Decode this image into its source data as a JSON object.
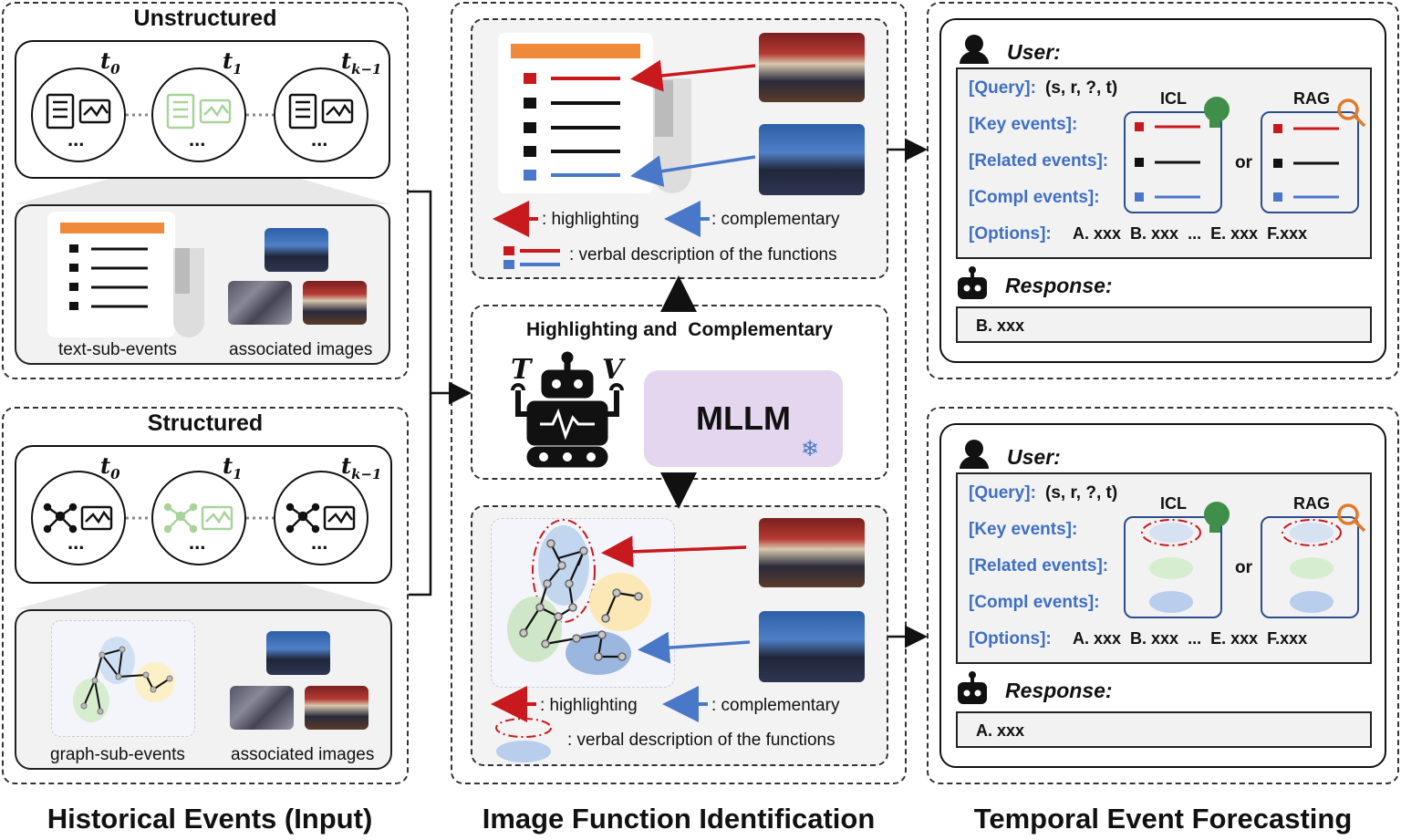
{
  "historical": {
    "title": "Historical Events (Input)",
    "unstructured": {
      "title": "Unstructured",
      "timestamps": [
        "t",
        "t",
        "t"
      ],
      "subscripts": [
        "0",
        "1",
        "k−1"
      ],
      "ellipsis": "...",
      "text_label": "text-sub-events",
      "image_label": "associated images"
    },
    "structured": {
      "title": "Structured",
      "timestamps": [
        "t",
        "t",
        "t"
      ],
      "subscripts": [
        "0",
        "1",
        "k−1"
      ],
      "ellipsis": "...",
      "graph_label": "graph-sub-events",
      "image_label": "associated images"
    }
  },
  "identification": {
    "title": "Image Function Identification",
    "top_panel": {
      "legend_highlight": ": highlighting",
      "legend_complement": ": complementary",
      "legend_verbal": ": verbal description of the functions"
    },
    "model_panel": {
      "title": "Highlighting and  Complementary",
      "mllm_label": "MLLM",
      "robot_t": "T",
      "robot_v": "V"
    },
    "bottom_panel": {
      "legend_highlight": ": highlighting",
      "legend_complement": ": complementary",
      "legend_verbal": ": verbal description of the functions"
    }
  },
  "forecasting": {
    "title": "Temporal Event Forecasting",
    "panels": [
      {
        "user_label": "User:",
        "query_key": "[Query]:",
        "query_value": "(s, r, ?, t)",
        "key_events": "[Key events]:",
        "related_events": "[Related events]:",
        "compl_events": "[Compl events]:",
        "options_key": "[Options]:",
        "options_value": "A. xxx  B. xxx  ...  E. xxx  F.xxx",
        "icl": "ICL",
        "rag": "RAG",
        "or": "or",
        "response_label": "Response:",
        "response_value": "B. xxx"
      },
      {
        "user_label": "User:",
        "query_key": "[Query]:",
        "query_value": "(s, r, ?, t)",
        "key_events": "[Key events]:",
        "related_events": "[Related events]:",
        "compl_events": "[Compl events]:",
        "options_key": "[Options]:",
        "options_value": "A. xxx  B. xxx  ...  E. xxx  F.xxx",
        "icl": "ICL",
        "rag": "RAG",
        "or": "or",
        "response_label": "Response:",
        "response_value": "A. xxx"
      }
    ]
  },
  "colors": {
    "orange": "#ef8a3a",
    "red": "#c8191e",
    "blue": "#4a78c9",
    "green_light": "#a7d39a",
    "purple": "#e3d6ee",
    "query_blue": "#3f6fc4"
  }
}
